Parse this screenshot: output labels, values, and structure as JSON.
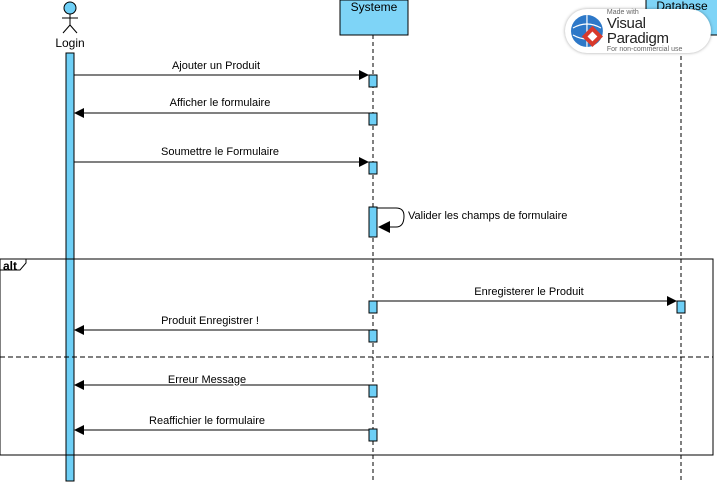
{
  "colors": {
    "activation_fill": "#6ecff6",
    "stroke": "#000000",
    "header_fill": "#7ed4f7",
    "background": "#ffffff"
  },
  "actor": {
    "name": "Login",
    "icon": "stick-figure-icon"
  },
  "lifelines": {
    "systeme": {
      "label": "Systeme"
    },
    "database": {
      "label": "Database"
    }
  },
  "messages": [
    {
      "id": "m1",
      "label": "Ajouter un Produit",
      "from": "Login",
      "to": "Systeme"
    },
    {
      "id": "m2",
      "label": "Afficher le formulaire",
      "from": "Systeme",
      "to": "Login"
    },
    {
      "id": "m3",
      "label": "Soumettre le Formulaire",
      "from": "Login",
      "to": "Systeme"
    },
    {
      "id": "m4",
      "label": "Valider les champs de formulaire",
      "from": "Systeme",
      "to": "Systeme"
    },
    {
      "id": "m5",
      "label": "Enregisterer le Produit",
      "from": "Systeme",
      "to": "Database"
    },
    {
      "id": "m6",
      "label": "Produit Enregistrer !",
      "from": "Systeme",
      "to": "Login"
    },
    {
      "id": "m7",
      "label": "Erreur Message",
      "from": "Systeme",
      "to": "Login"
    },
    {
      "id": "m8",
      "label": "Reaffichier le formulaire",
      "from": "Systeme",
      "to": "Login"
    }
  ],
  "fragment": {
    "operator": "alt"
  },
  "watermark": {
    "made_with": "Made with",
    "brand": "Visual Paradigm",
    "note": "For non-commercial use"
  }
}
